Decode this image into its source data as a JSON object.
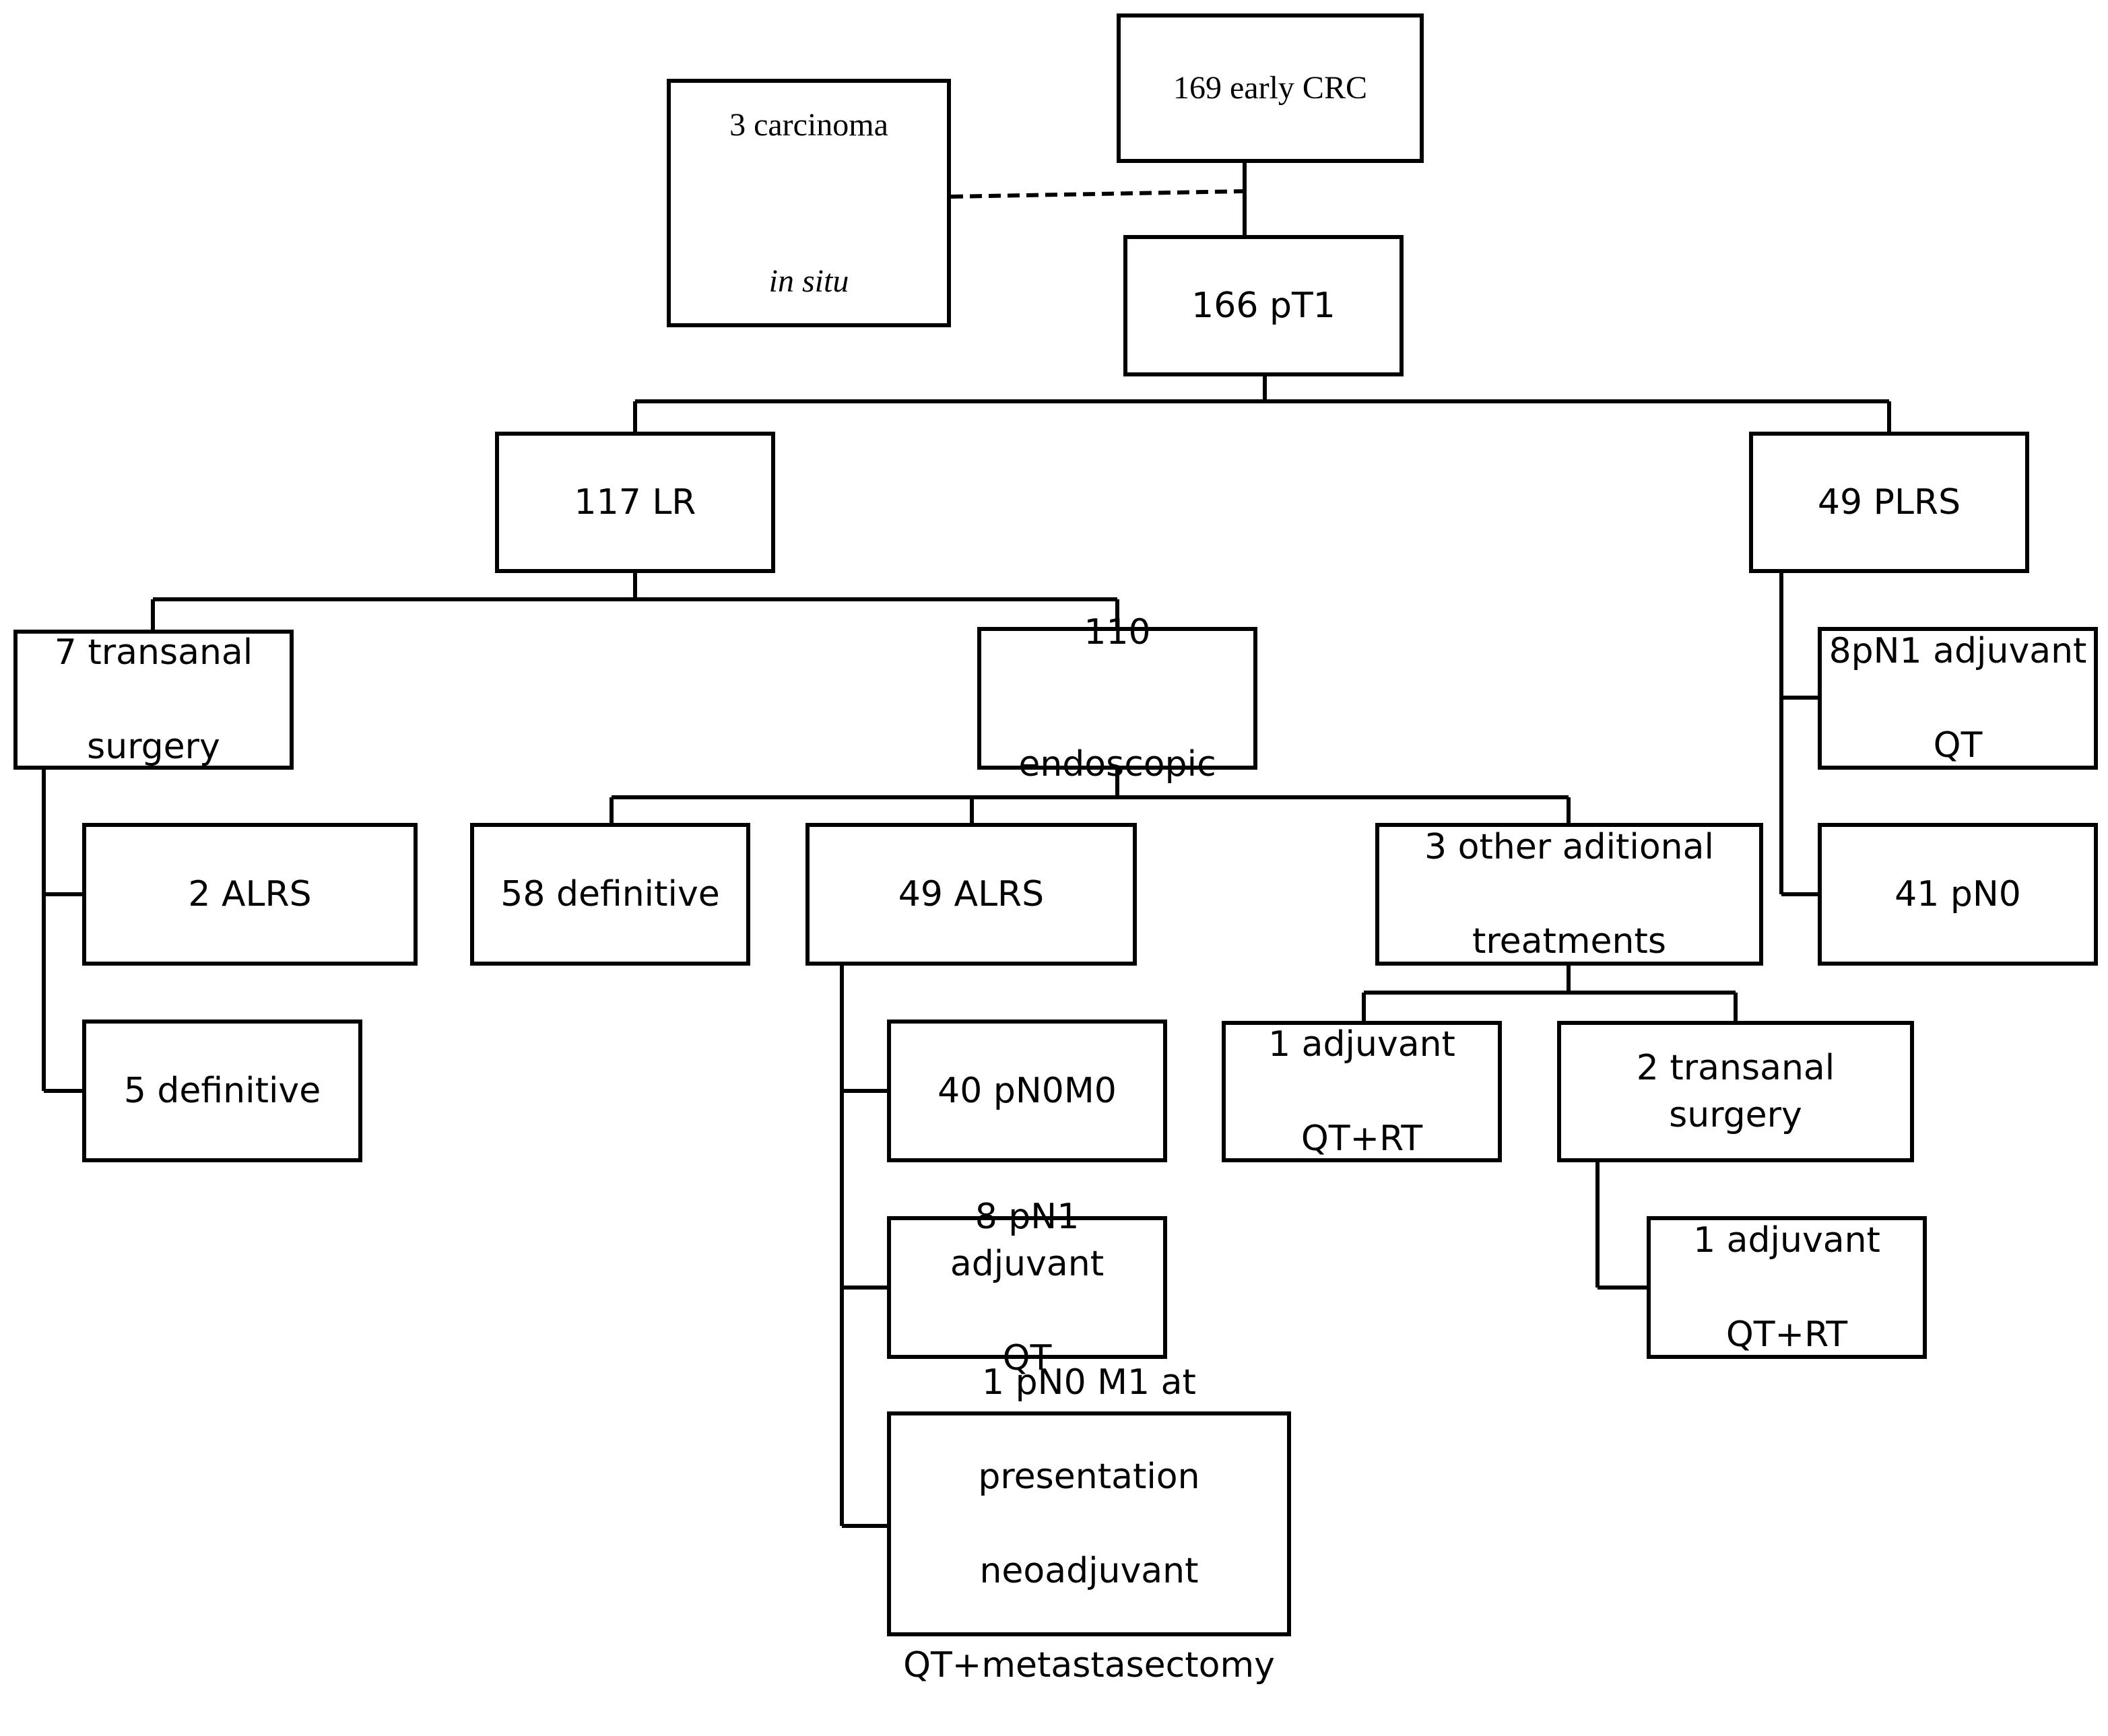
{
  "nodes": {
    "early_crc": {
      "label": "169 early CRC"
    },
    "cis": {
      "line1": "3 carcinoma",
      "line2": "in situ"
    },
    "pt1": {
      "label": "166 pT1"
    },
    "lr": {
      "label": "117 LR"
    },
    "plrs": {
      "label": "49 PLRS"
    },
    "transanal": {
      "line1": "7 transanal",
      "line2": "surgery"
    },
    "endoscopic": {
      "line1": "110",
      "line2": "endoscopic"
    },
    "plrs_pn1": {
      "line1": "8pN1 adjuvant",
      "line2": "QT"
    },
    "plrs_pn0": {
      "label": "41 pN0"
    },
    "transanal_alrs": {
      "label": "2 ALRS"
    },
    "transanal_definitive": {
      "label": "5 definitive"
    },
    "endo_definitive": {
      "label": "58 definitive"
    },
    "endo_alrs": {
      "label": "49 ALRS"
    },
    "other_treatments": {
      "line1": "3 other aditional",
      "line2": "treatments"
    },
    "alrs_pn0m0": {
      "label": "40 pN0M0"
    },
    "alrs_pn1": {
      "line1": "8 pN1 adjuvant",
      "line2": "QT"
    },
    "alrs_m1": {
      "line1": "1 pN0 M1 at",
      "line2": "presentation",
      "line3": "neoadjuvant",
      "line4": "QT+metastasectomy"
    },
    "other_adjuvant": {
      "line1": "1 adjuvant",
      "line2": "QT+RT"
    },
    "other_transanal": {
      "label": "2 transanal surgery"
    },
    "transanal_adjuvant": {
      "line1": "1 adjuvant",
      "line2": "QT+RT"
    }
  }
}
